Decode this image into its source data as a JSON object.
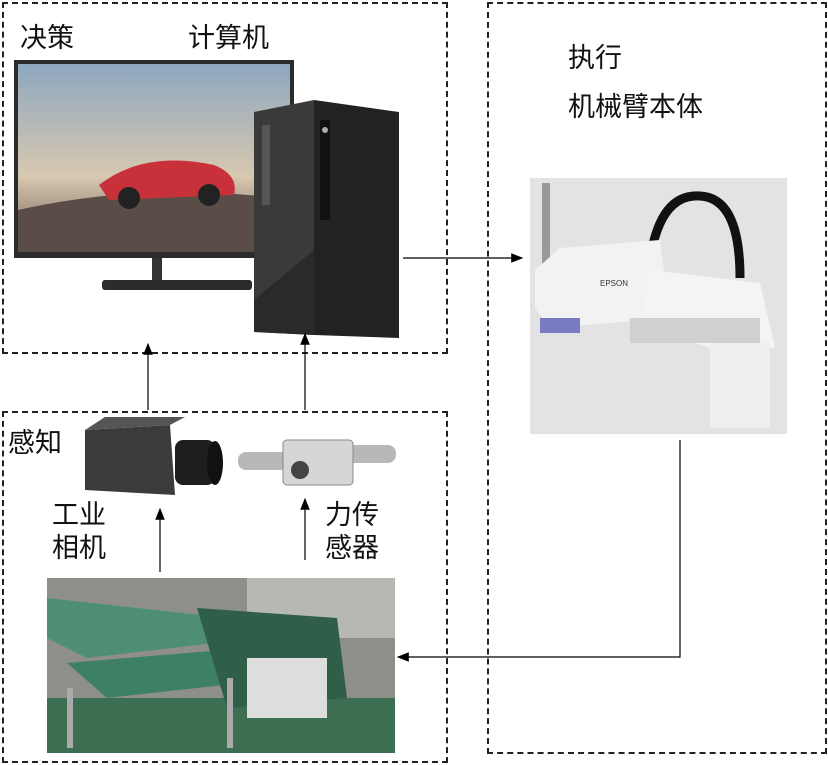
{
  "decision": {
    "title": "决策",
    "computer_label": "计算机"
  },
  "execution": {
    "title_line1": "执行",
    "title_line2": "机械臂本体",
    "robot_brand": "EPSON"
  },
  "perception": {
    "title": "感知",
    "camera_line1": "工业",
    "camera_line2": "相机",
    "sensor_line1": "力传",
    "sensor_line2": "感器"
  }
}
